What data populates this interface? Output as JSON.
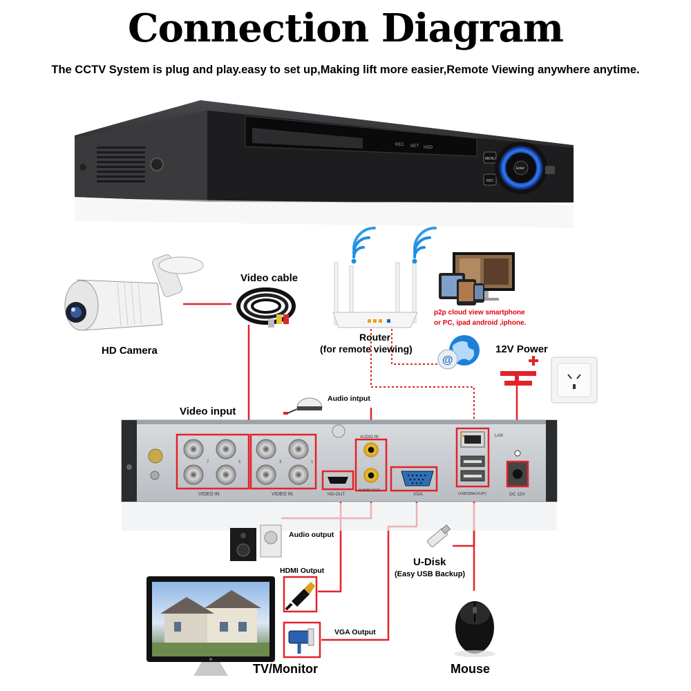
{
  "title": "Connection Diagram",
  "subtitle": "The CCTV System is plug and play.easy to set up,Making lift more easier,Remote Viewing anywhere anytime.",
  "dvr_front": {
    "indicators": [
      "REC",
      "NET",
      "HDD"
    ],
    "buttons": [
      "MENU",
      "REC"
    ],
    "dial_center": "Enter"
  },
  "labels": {
    "hd_camera": "HD Camera",
    "video_cable": "Video cable",
    "router": "Router",
    "router_note": "(for remote viewing)",
    "p2p_line1": "p2p cloud  view smartphone",
    "p2p_line2": "or PC, ipad android ,iphone.",
    "power": "12V Power",
    "video_input": "Video input",
    "audio_input": "Audio intput",
    "audio_output": "Audio output",
    "hdmi_output": "HDMI Output",
    "vga_output": "VGA Output",
    "udisk": "U-Disk",
    "udisk_note": "(Easy USB Backup)",
    "tv_monitor": "TV/Monitor",
    "mouse": "Mouse"
  },
  "rear_panel": {
    "video_in_left": "VIDEO IN",
    "video_in_right": "VIDEO IN",
    "hd_out": "HD-OUT",
    "audio_in": "AUDIO IN",
    "audio_out": "AUDIO OUT",
    "vga": "VGA",
    "lan": "LAN",
    "usb": "USB2(BACKUP)",
    "dc": "DC 12V",
    "channel_numbers": [
      "7",
      "5",
      "3",
      "1"
    ]
  },
  "colors": {
    "cable_red": "#e2232a",
    "dvr_body": "#2a2a2c",
    "panel": "#c9ccd0",
    "label_red": "#e0000f"
  }
}
